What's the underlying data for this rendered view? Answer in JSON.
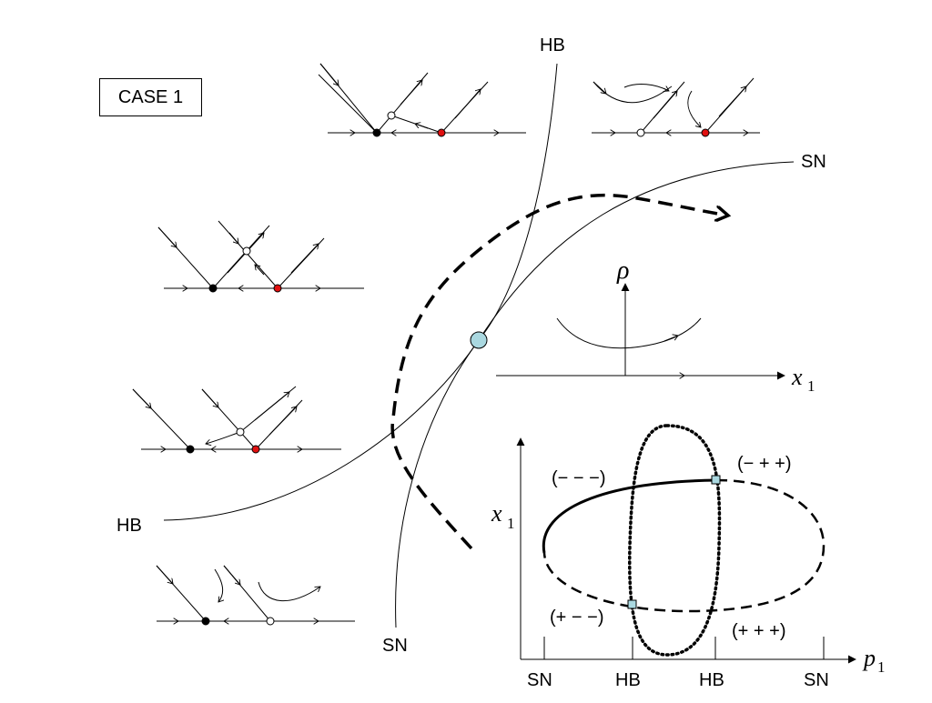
{
  "case_label": "CASE 1",
  "curve_labels": {
    "hb_top": "HB",
    "hb_left": "HB",
    "sn_right": "SN",
    "sn_bottom": "SN"
  },
  "axis_inset": {
    "rho": "ρ",
    "x_main": "x",
    "x_sub": "1"
  },
  "ellipse_plot": {
    "y_main": "x",
    "y_sub": "1",
    "x_main": "p",
    "x_sub": "1",
    "region_labels": [
      "(− − −)",
      "(− + +)",
      "(+ − −)",
      "(+ + +)"
    ],
    "x_ticks": [
      "SN",
      "HB",
      "HB",
      "SN"
    ]
  },
  "colors": {
    "stable_node": "#000000",
    "saddle_node": "#ffffff",
    "red_node": "#e01010",
    "critical_point": "#aad8e0",
    "marker": "#aad8e0"
  }
}
